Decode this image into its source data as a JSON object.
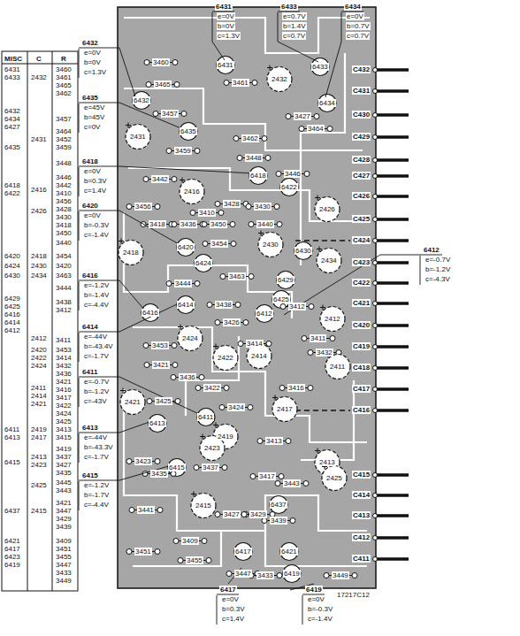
{
  "diagram": {
    "labels": [
      "6431",
      "e=0V",
      "b=0V",
      "c=1.3V",
      "6433",
      "e=0.7V",
      "b=1.4V",
      "c=0.7V",
      "6434",
      "e=0V",
      "b=0.7V",
      "c=0.7V",
      "MISC",
      "C",
      "R",
      "6431",
      "6433",
      "2432",
      "3460",
      "3461",
      "3465",
      "3462",
      "6432",
      "6434",
      "6427",
      "3457",
      "2431",
      "6435",
      "3464",
      "3452",
      "3459",
      "3448",
      "6418",
      "6422",
      "2416",
      "3446",
      "3442",
      "3410",
      "3456",
      "2426",
      "3428",
      "3430",
      "3418",
      "3450",
      "3440",
      "6420",
      "2418",
      "3454",
      "6424",
      "2430",
      "3420",
      "6430",
      "2434",
      "3463",
      "3444",
      "6429",
      "6425",
      "6416",
      "6414",
      "6412",
      "3438",
      "3412",
      "2412",
      "3411",
      "2420",
      "2422",
      "2424",
      "3453",
      "3414",
      "3432",
      "3436",
      "2411",
      "2414",
      "2421",
      "3421",
      "3416",
      "3417",
      "3422",
      "3424",
      "3425",
      "6411",
      "6413",
      "2419",
      "2417",
      "3413",
      "3415",
      "3419",
      "6415",
      "2413",
      "2423",
      "3437",
      "3427",
      "3435",
      "2425",
      "3445",
      "3443",
      "6437",
      "2415",
      "3421",
      "3447",
      "3429",
      "3439",
      "6421",
      "6417",
      "6423",
      "6419",
      "3409",
      "3451",
      "3455",
      "3447",
      "3433",
      "3449",
      "6432",
      "e=0V",
      "b=0V",
      "c=1.3V",
      "6435",
      "e=45V",
      "b=45V",
      "c=0V",
      "6418",
      "e=0V",
      "b=0.3V",
      "c=1.4V",
      "6420",
      "e=0V",
      "b=-0.3V",
      "c=-1.4V",
      "6416",
      "e=-1.2V",
      "b=-1.4V",
      "c=-4.4V",
      "6414",
      "e=-44V",
      "b=-43.4V",
      "c=-1.7V",
      "6411",
      "e=-0.7V",
      "b=-1.2V",
      "c=-43V",
      "6413",
      "e=-44V",
      "b=-43.3V",
      "c=-1.7V",
      "6415",
      "e=-1.2V",
      "b=-1.7V",
      "c=-4.4V",
      "6412",
      "e=-0.7V",
      "b=-1.2V",
      "c=-4.3V",
      "6417",
      "e=0V",
      "b=0.3V",
      "c=1.4V",
      "6419",
      "e=0V",
      "b=-0.3V",
      "c=-1.4V",
      "C432",
      "C431",
      "C430",
      "C429",
      "C428",
      "C427",
      "C426",
      "C425",
      "C424",
      "C423",
      "C422",
      "C421",
      "C420",
      "C419",
      "C418",
      "C417",
      "C416",
      "C415",
      "C414",
      "C413",
      "C412",
      "C411",
      "3460",
      "3465",
      "6431",
      "3461",
      "2432",
      "6433",
      "6434",
      "3427",
      "3464",
      "6432",
      "3457",
      "6435",
      "2431",
      "3462",
      "3459",
      "3448",
      "6418",
      "3446",
      "6422",
      "2416",
      "3442",
      "3410",
      "3428",
      "3430",
      "2426",
      "3456",
      "3418",
      "3436",
      "3450",
      "3440",
      "2418",
      "6420",
      "3454",
      "2430",
      "6430",
      "2434",
      "6424",
      "3463",
      "3444",
      "6429",
      "6425",
      "6412",
      "3412",
      "6416",
      "6414",
      "3438",
      "3426",
      "2412",
      "3411",
      "3453",
      "2424",
      "3414",
      "3432",
      "2414",
      "2422",
      "3421",
      "2411",
      "3416",
      "3436",
      "3422",
      "2421",
      "3425",
      "3424",
      "2417",
      "6411",
      "6413",
      "2419",
      "3413",
      "2423",
      "3423",
      "2413",
      "6415",
      "3437",
      "3435",
      "3417",
      "2425",
      "3443",
      "6437",
      "2415",
      "3441",
      "3427",
      "3429",
      "3439",
      "3409",
      "3451",
      "6417",
      "6421",
      "3455",
      "3447",
      "3433",
      "6419",
      "3449",
      "17217C12"
    ]
  }
}
